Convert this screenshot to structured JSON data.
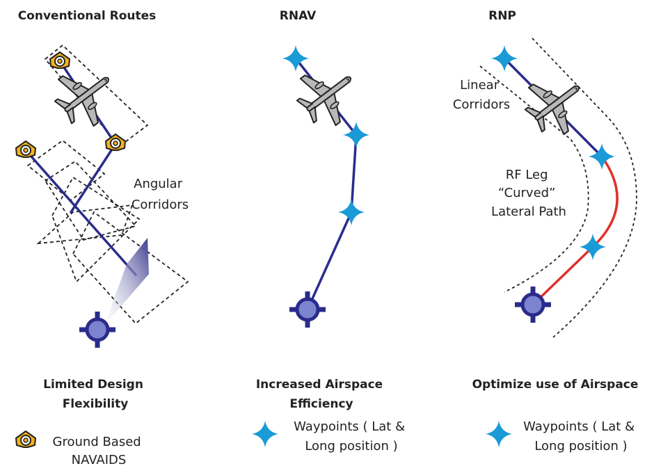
{
  "columns": {
    "conventional": {
      "title": "Conventional Routes",
      "corridor_label": [
        "Angular",
        "Corridors"
      ],
      "caption": [
        "Limited Design",
        "Flexibility"
      ],
      "legend": {
        "icon": "navaid-icon",
        "text": [
          "Ground Based",
          "NAVAIDS"
        ]
      }
    },
    "rnav": {
      "title": "RNAV",
      "caption": [
        "Increased Airspace",
        "Efficiency"
      ],
      "legend": {
        "icon": "waypoint-icon",
        "text": [
          "Waypoints ( Lat &",
          "Long position )"
        ]
      }
    },
    "rnp": {
      "title": "RNP",
      "corridor_label": [
        "Linear",
        "Corridors"
      ],
      "rf_label": [
        "RF Leg",
        "“Curved”",
        "Lateral Path"
      ],
      "caption": [
        "Optimize use of Airspace"
      ],
      "legend": {
        "icon": "waypoint-icon",
        "text": [
          "Waypoints ( Lat &",
          "Long position )"
        ]
      }
    }
  },
  "colors": {
    "route": "#2b2b8c",
    "rf_leg": "#e0302a",
    "waypoint": "#1a9ad6",
    "navaid": "#f5b21b",
    "airport": "#7d84cf",
    "corridor": "#222222",
    "aircraft": "#b8b8b8"
  }
}
